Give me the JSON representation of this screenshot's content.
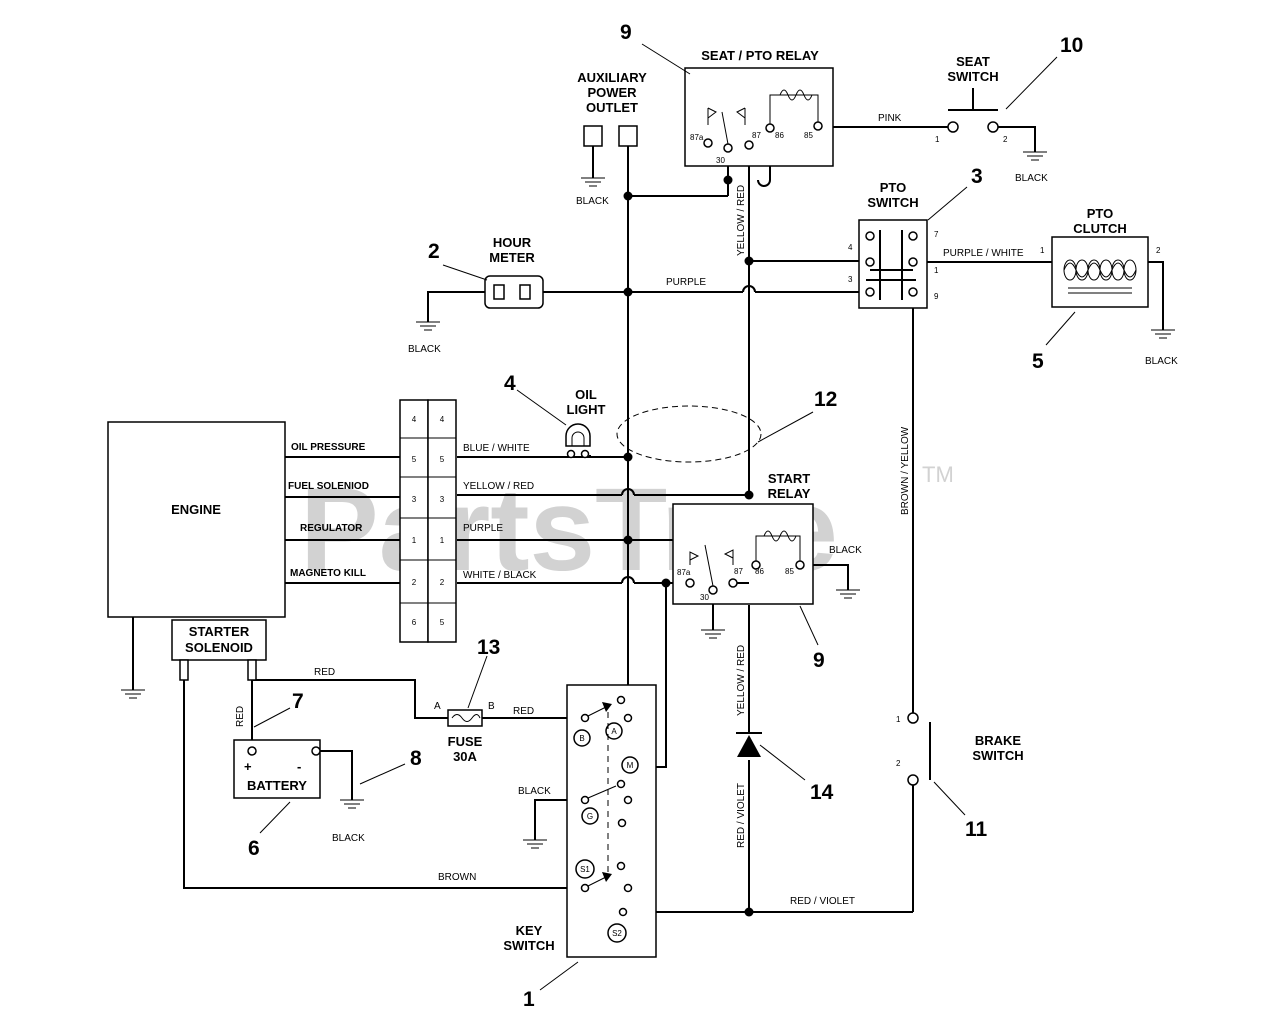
{
  "watermark": {
    "text": "PartsTree",
    "tm": "TM"
  },
  "components": {
    "engine": "ENGINE",
    "starter_solenoid_1": "STARTER",
    "starter_solenoid_2": "SOLENOID",
    "battery": "BATTERY",
    "battery_plus": "+",
    "battery_minus": "-",
    "fuse_1": "FUSE",
    "fuse_2": "30A",
    "fuse_a": "A",
    "fuse_b": "B",
    "key_switch_1": "KEY",
    "key_switch_2": "SWITCH",
    "aux_1": "AUXILIARY",
    "aux_2": "POWER",
    "aux_3": "OUTLET",
    "hour_meter_1": "HOUR",
    "hour_meter_2": "METER",
    "oil_light_1": "OIL",
    "oil_light_2": "LIGHT",
    "seat_pto_relay": "SEAT / PTO RELAY",
    "seat_switch_1": "SEAT",
    "seat_switch_2": "SWITCH",
    "pto_switch_1": "PTO",
    "pto_switch_2": "SWITCH",
    "pto_clutch_1": "PTO",
    "pto_clutch_2": "CLUTCH",
    "start_relay_1": "START",
    "start_relay_2": "RELAY",
    "brake_switch_1": "BRAKE",
    "brake_switch_2": "SWITCH"
  },
  "engine_terminals": {
    "oil_pressure": "OIL PRESSURE",
    "fuel_solenoid": "FUEL SOLENIOD",
    "regulator": "REGULATOR",
    "magneto_kill": "MAGNETO KILL"
  },
  "connector": {
    "left": [
      "4",
      "5",
      "3",
      "1",
      "2",
      "6"
    ],
    "right": [
      "4",
      "5",
      "3",
      "1",
      "2",
      "5"
    ]
  },
  "wires": {
    "black": "BLACK",
    "purple": "PURPLE",
    "pink": "PINK",
    "yellow_red": "YELLOW / RED",
    "purple_white": "PURPLE / WHITE",
    "blue_white": "BLUE / WHITE",
    "white_black": "WHITE / BLACK",
    "red": "RED",
    "brown": "BROWN",
    "brown_yellow": "BROWN / YELLOW",
    "red_violet": "RED / VIOLET"
  },
  "relay_pins": [
    "87a",
    "30",
    "87",
    "86",
    "85"
  ],
  "pto_pins": [
    "4",
    "3",
    "7",
    "1",
    "9"
  ],
  "switch_pins": [
    "1",
    "2"
  ],
  "key_terminals": [
    "A",
    "B",
    "M",
    "G",
    "S1",
    "S2"
  ],
  "callouts": [
    "1",
    "2",
    "3",
    "4",
    "5",
    "6",
    "7",
    "8",
    "9",
    "9",
    "10",
    "11",
    "12",
    "13",
    "14"
  ]
}
